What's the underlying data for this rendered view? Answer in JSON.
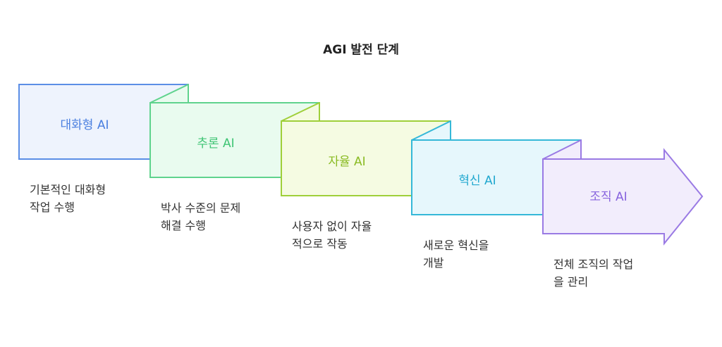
{
  "title": "AGI 발전 단계",
  "stages": [
    {
      "label": "대화형 AI",
      "desc": "기본적인 대화형\n작업 수행",
      "stroke": "#5b8ee6",
      "fill": "#eef3fd",
      "text": "#4a7fe0"
    },
    {
      "label": "추론 AI",
      "desc": "박사 수준의 문제\n해결 수행",
      "stroke": "#5fd38d",
      "fill": "#e9fbef",
      "text": "#3fc474"
    },
    {
      "label": "자율 AI",
      "desc": "사용자 없이 자율\n적으로 작동",
      "stroke": "#9fcf3a",
      "fill": "#f5fbe2",
      "text": "#8abb23"
    },
    {
      "label": "혁신 AI",
      "desc": "새로운 혁신을\n개발",
      "stroke": "#35b8d8",
      "fill": "#e6f7fc",
      "text": "#21a8cf"
    },
    {
      "label": "조직 AI",
      "desc": "전체 조직의 작업\n을 관리",
      "stroke": "#9a7ae4",
      "fill": "#f2edfc",
      "text": "#8763de"
    }
  ]
}
